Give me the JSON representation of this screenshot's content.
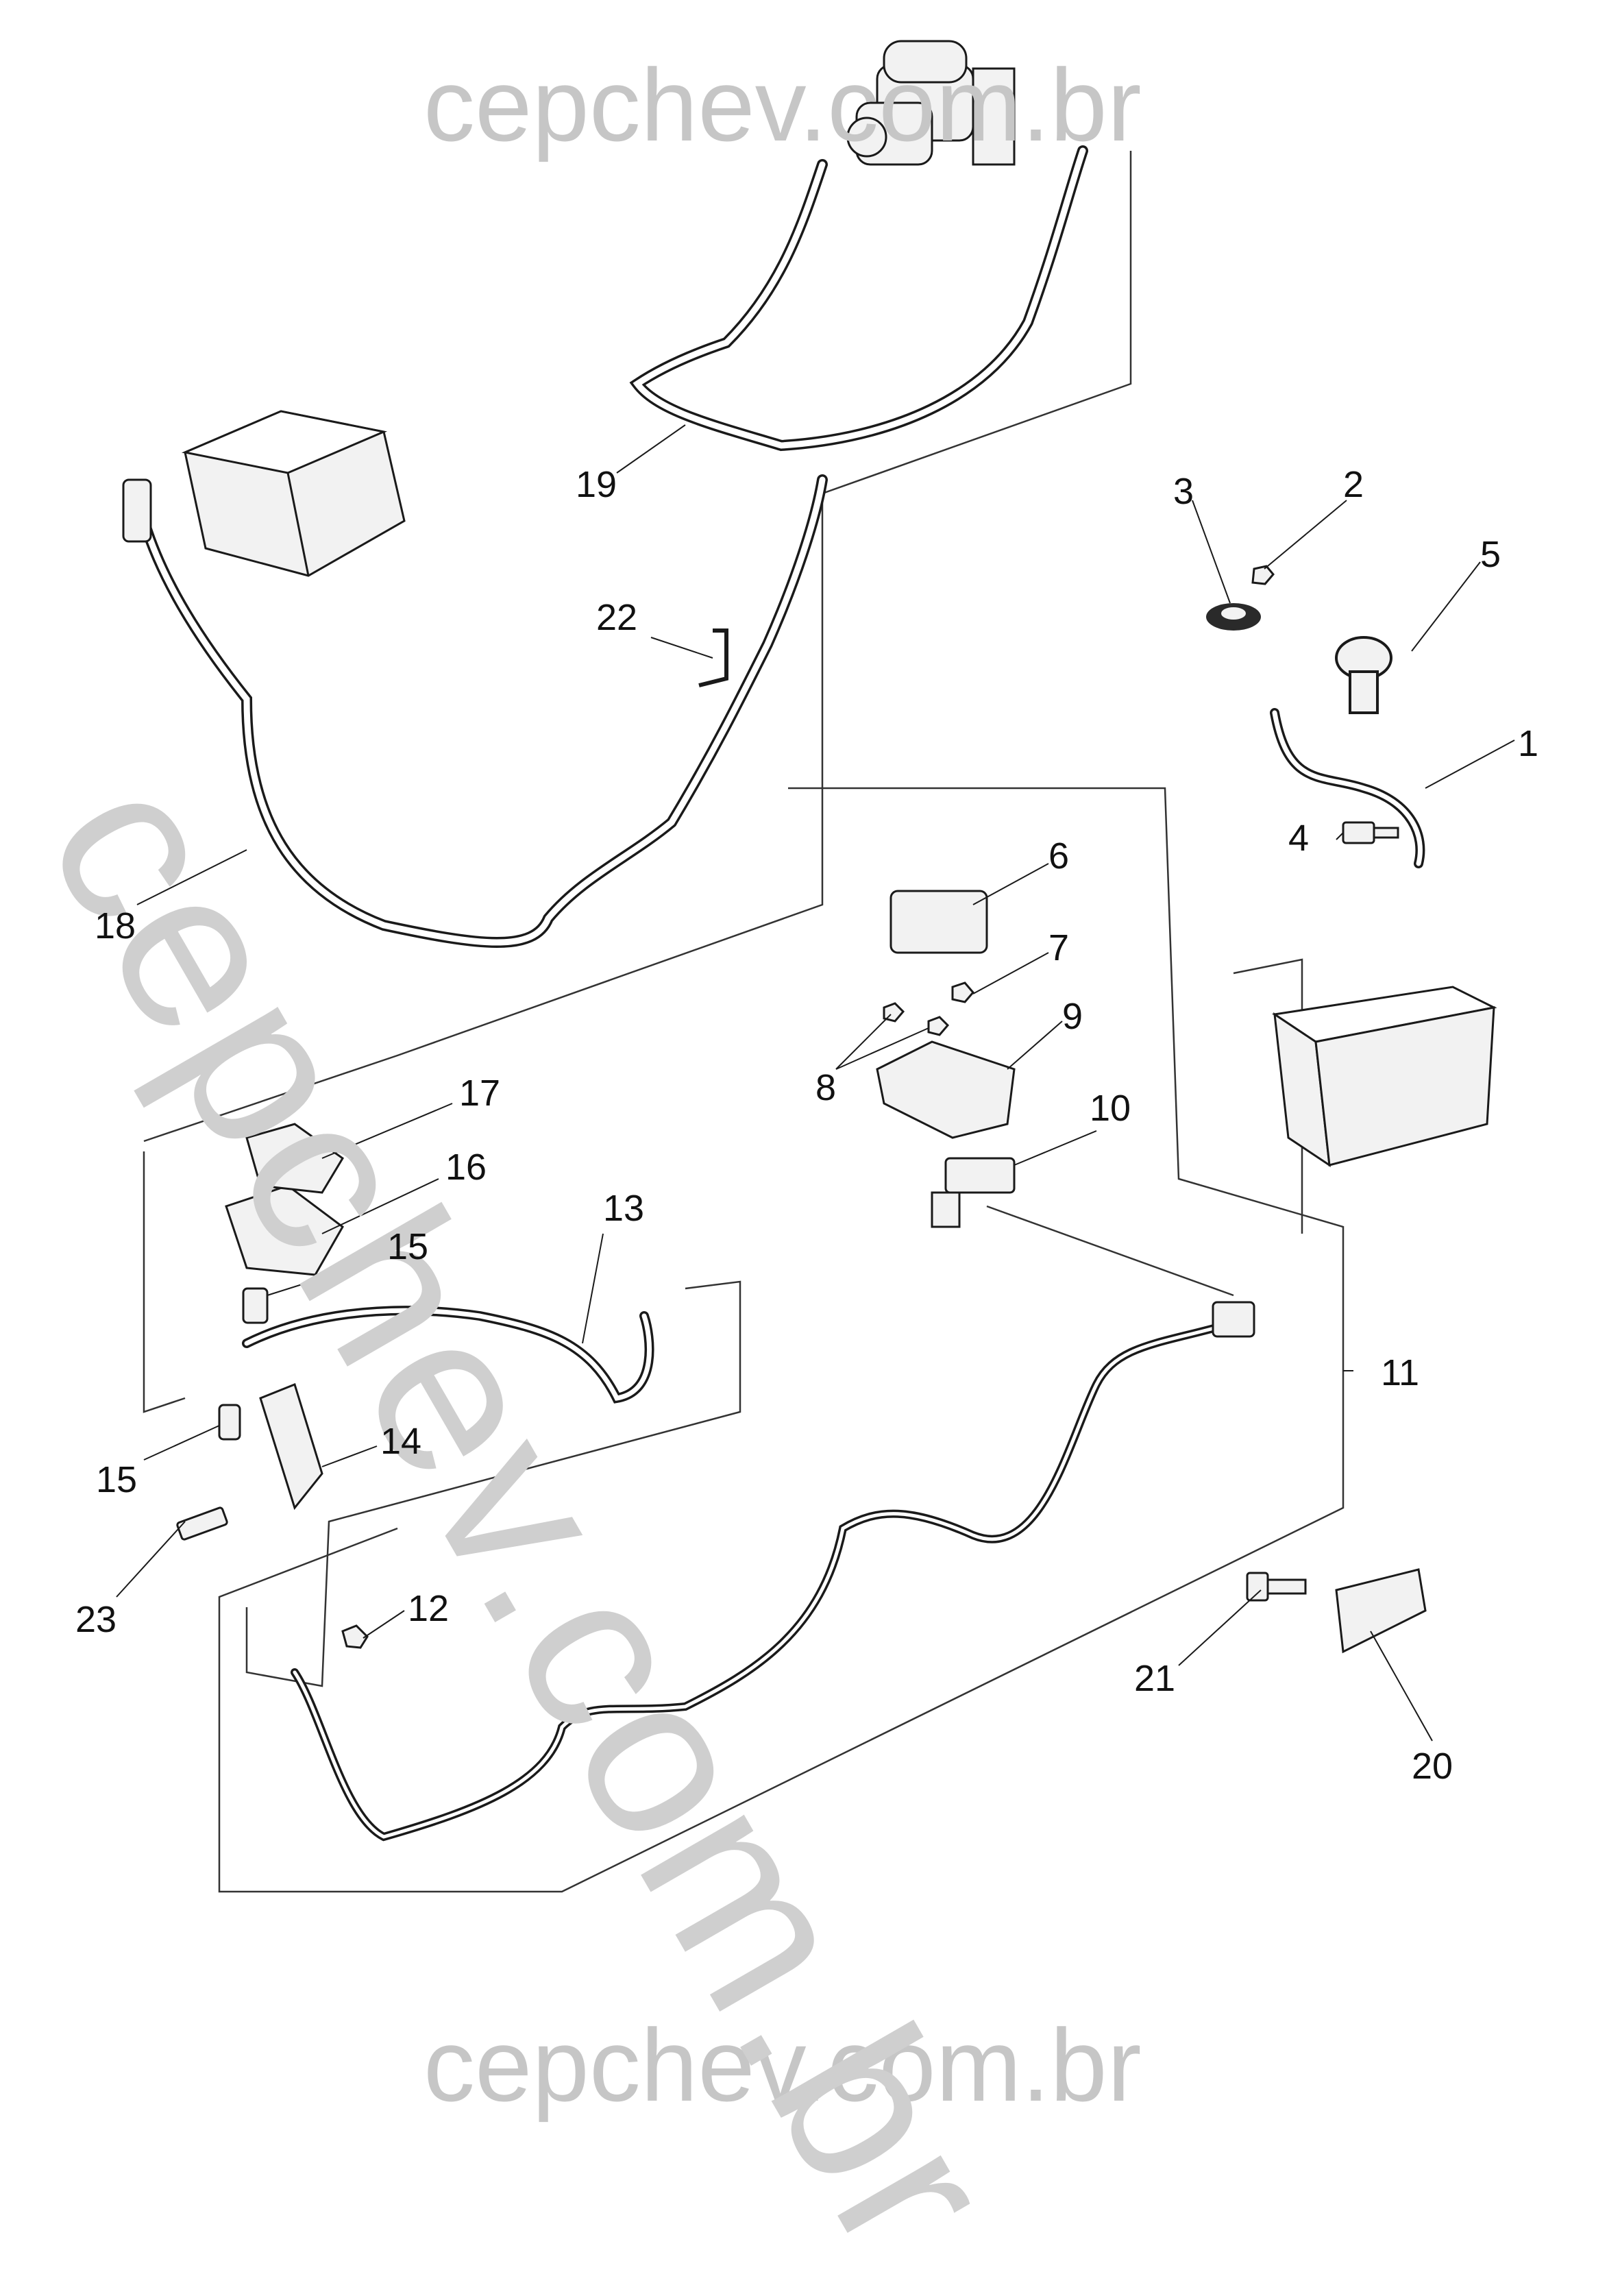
{
  "watermark": {
    "top": "cepchev.com.br",
    "bottom": "cepchev.com.br",
    "diagonal": "cepchev.com.br",
    "color": "#c6c6c6"
  },
  "parts": {
    "p1": "1",
    "p2": "2",
    "p3": "3",
    "p4": "4",
    "p5": "5",
    "p6": "6",
    "p7": "7",
    "p8": "8",
    "p9": "9",
    "p10": "10",
    "p11": "11",
    "p12": "12",
    "p13": "13",
    "p14": "14",
    "p15a": "15",
    "p15b": "15",
    "p16": "16",
    "p17": "17",
    "p18": "18",
    "p19": "19",
    "p20": "20",
    "p21": "21",
    "p22": "22",
    "p23": "23"
  },
  "colors": {
    "line": "#1a1a1a",
    "frame": "#333333",
    "component_fill": "#f2f2f2",
    "dark_part": "#2a2a2a"
  }
}
